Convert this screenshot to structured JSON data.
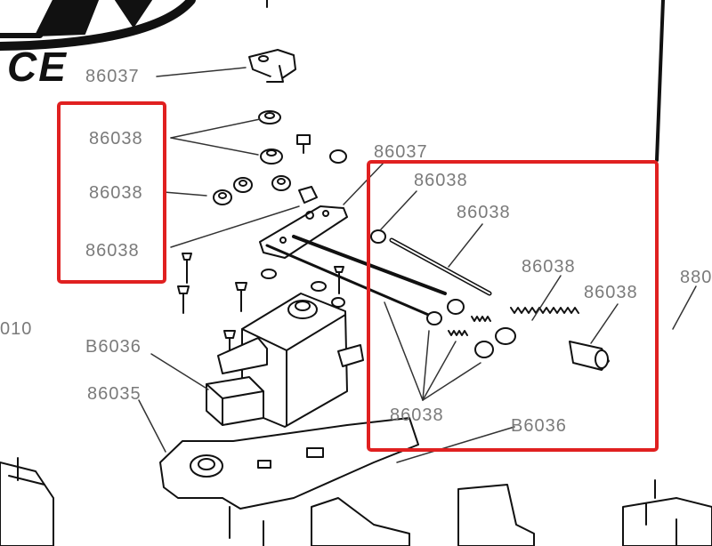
{
  "logo": {
    "fragment": "CE"
  },
  "highlight_color": "#e02020",
  "labels": {
    "top_86037": "86037",
    "left_86038_a": "86038",
    "left_86038_b": "86038",
    "left_86038_c": "86038",
    "mid_86037": "86037",
    "right_86038_a": "86038",
    "right_86038_b": "86038",
    "right_86038_c": "86038",
    "right_86038_d": "86038",
    "bottom_86038": "86038",
    "label_86036_left": "B6036",
    "label_86035": "86035",
    "label_86036_bottom": "B6036",
    "edge_010": "010",
    "edge_880": "880"
  }
}
